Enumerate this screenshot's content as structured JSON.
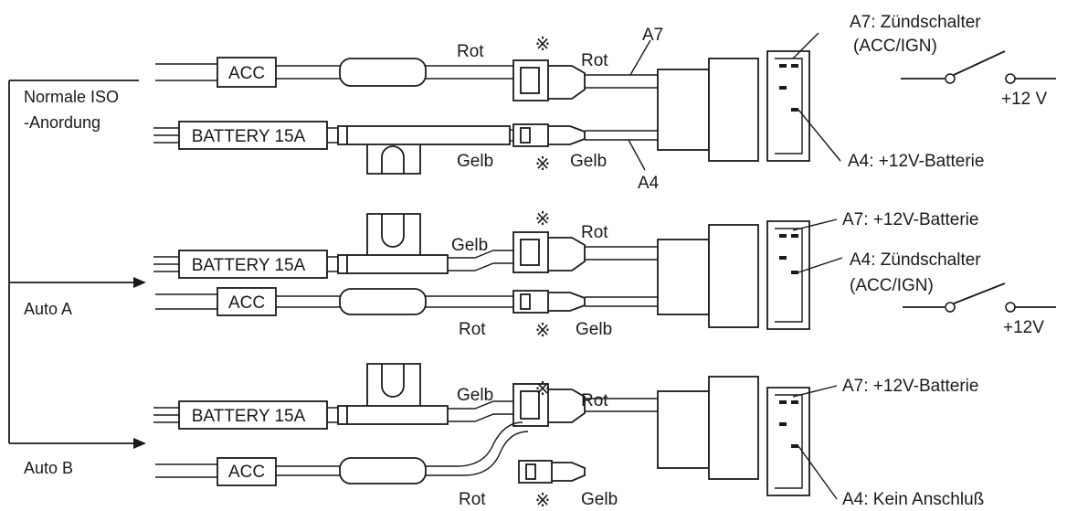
{
  "side_labels": {
    "normal": [
      "Normale ISO",
      "-Anordung"
    ],
    "auto_a": "Auto A",
    "auto_b": "Auto B"
  },
  "fuse_labels": {
    "acc": "ACC",
    "battery": "BATTERY 15A"
  },
  "wire_colors": {
    "red": "Rot",
    "yellow": "Gelb"
  },
  "pin_labels": {
    "a7": "A7",
    "a4": "A4"
  },
  "reference_mark": "※",
  "callouts": {
    "row1": {
      "a7_line1": "A7: Zündschalter",
      "a7_line2": "(ACC/IGN)",
      "voltage": "+12 V",
      "a4": "A4: +12V-Batterie"
    },
    "row2": {
      "a7": "A7: +12V-Batterie",
      "a4_line1": "A4: Zündschalter",
      "a4_line2": "(ACC/IGN)",
      "voltage": "+12V"
    },
    "row3": {
      "a7": "A7: +12V-Batterie",
      "a4": "A4: Kein Anschluß"
    }
  }
}
